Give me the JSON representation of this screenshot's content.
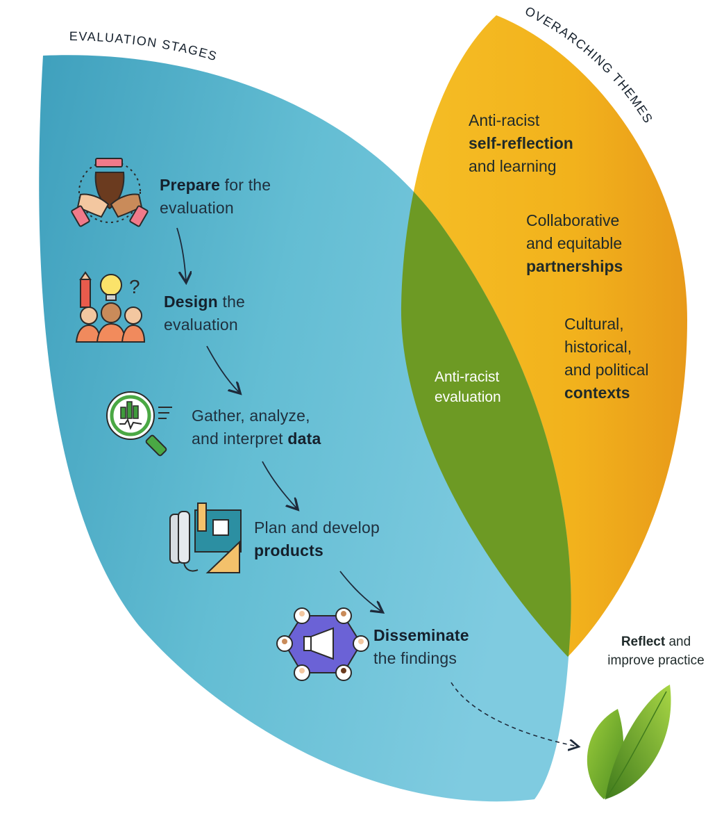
{
  "header": {
    "stages_title": "EVALUATION STAGES",
    "themes_title": "OVERARCHING THEMES"
  },
  "stages": [
    {
      "bold": "Prepare",
      "rest_line1": " for the",
      "line2": "evaluation",
      "icon": "hands-together-icon"
    },
    {
      "bold": "Design",
      "rest_line1": " the",
      "line2": "evaluation",
      "icon": "team-ideas-icon"
    },
    {
      "line1": "Gather, analyze,",
      "line2_pre": "and interpret ",
      "bold": "data",
      "icon": "data-magnifier-icon"
    },
    {
      "line1": "Plan and develop",
      "bold": "products",
      "icon": "blueprint-tools-icon"
    },
    {
      "bold": "Disseminate",
      "line2": "the findings",
      "icon": "network-megaphone-icon"
    }
  ],
  "themes": [
    {
      "line1": "Anti-racist",
      "bold": "self-reflection",
      "line3": "and learning"
    },
    {
      "line1": "Collaborative",
      "line2": "and equitable",
      "bold": "partnerships"
    },
    {
      "line1": "Cultural,",
      "line2": "historical,",
      "line3": "and political",
      "bold": "contexts"
    }
  ],
  "center": {
    "line1": "Anti-racist",
    "line2": "evaluation"
  },
  "reflect": {
    "bold": "Reflect",
    "rest": " and",
    "line2": "improve practice"
  },
  "colors": {
    "blue_petal": "#5db8cf",
    "yellow_petal": "#f2b51c",
    "overlap_green": "#6e9a25",
    "leaf_green": "#7cb531",
    "arrow": "#1e2a3a"
  }
}
